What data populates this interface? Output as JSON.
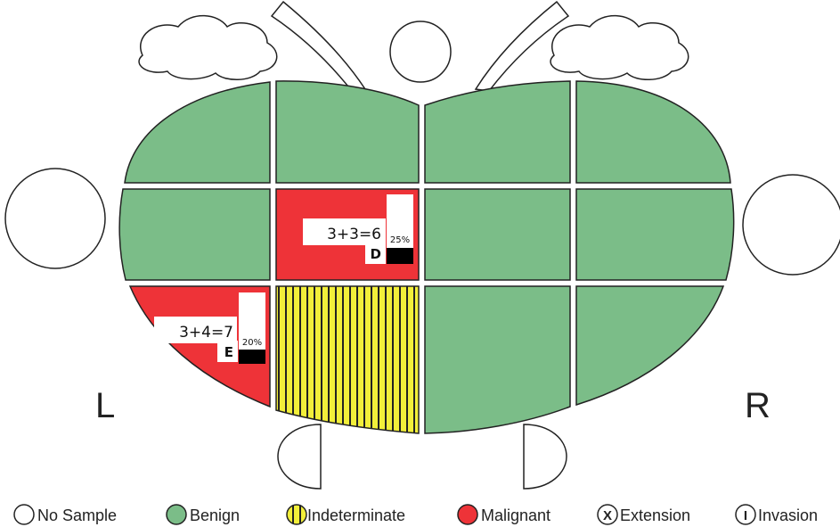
{
  "side_labels": {
    "left": "L",
    "right": "R"
  },
  "cells": {
    "upper_left_lateral": "benign",
    "upper_left_medial": "benign",
    "upper_right_medial": "benign",
    "upper_right_lateral": "benign",
    "mid_left_lateral": "benign",
    "mid_left_medial": "malignant",
    "mid_right_medial": "benign",
    "mid_right_lateral": "benign",
    "low_left_lateral": "malignant",
    "low_left_medial": "indeterminate",
    "low_right_medial": "benign",
    "low_right_lateral": "benign"
  },
  "annotations": {
    "d": {
      "score": "3+3=6",
      "letter": "D",
      "percent": "25%"
    },
    "e": {
      "score": "3+4=7",
      "letter": "E",
      "percent": "20%"
    }
  },
  "legend": {
    "no_sample": "No Sample",
    "benign": "Benign",
    "indeterminate": "Indeterminate",
    "malignant": "Malignant",
    "extension": "Extension",
    "extension_symbol": "X",
    "invasion": "Invasion",
    "invasion_symbol": "I"
  },
  "colors": {
    "benign": "#7bbd88",
    "malignant": "#ee3338",
    "indeterminate": "#f2ef3a",
    "outline": "#222222",
    "no_sample": "#ffffff"
  }
}
